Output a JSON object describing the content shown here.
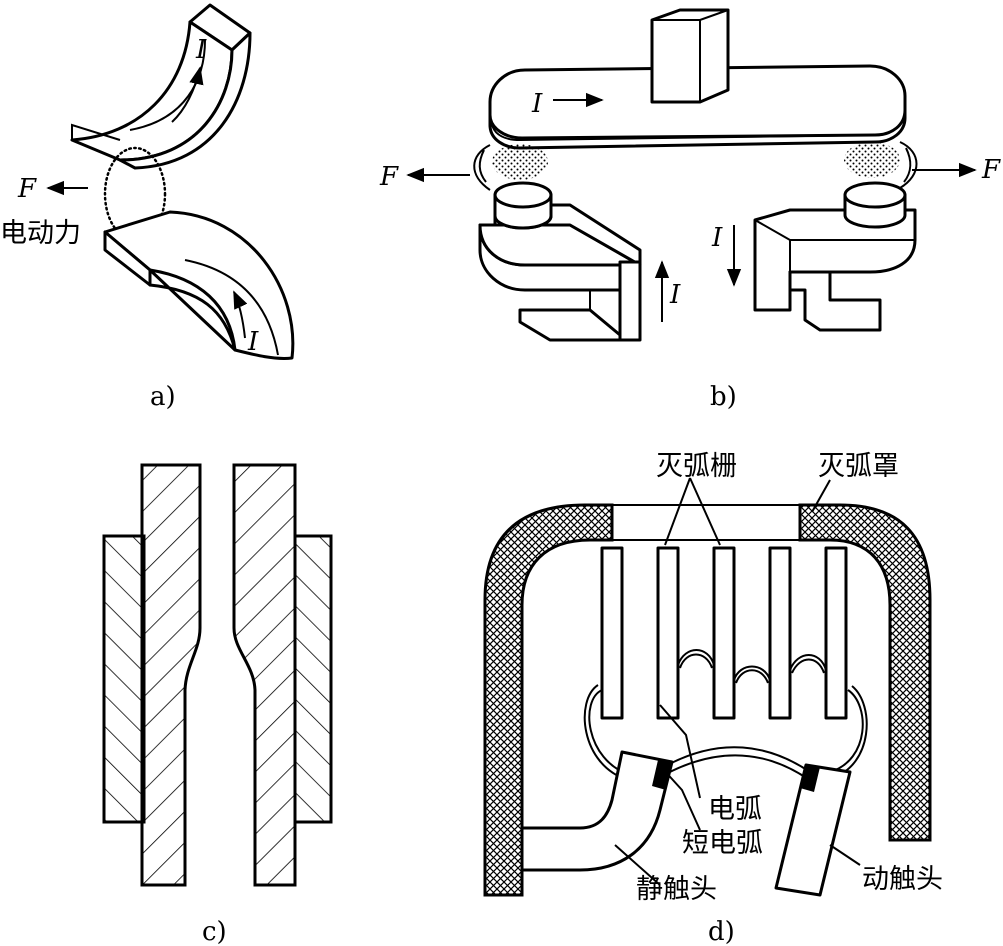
{
  "panels": {
    "a": {
      "caption": "a)",
      "current": "I",
      "force": "F",
      "force_label": "电动力"
    },
    "b": {
      "caption": "b)",
      "current": "I",
      "force": "F"
    },
    "c": {
      "caption": "c)"
    },
    "d": {
      "caption": "d)",
      "labels": {
        "grid": "灭弧栅",
        "hood": "灭弧罩",
        "arc": "电弧",
        "short_arc": "短电弧",
        "static_contact": "静触头",
        "moving_contact": "动触头"
      }
    }
  }
}
